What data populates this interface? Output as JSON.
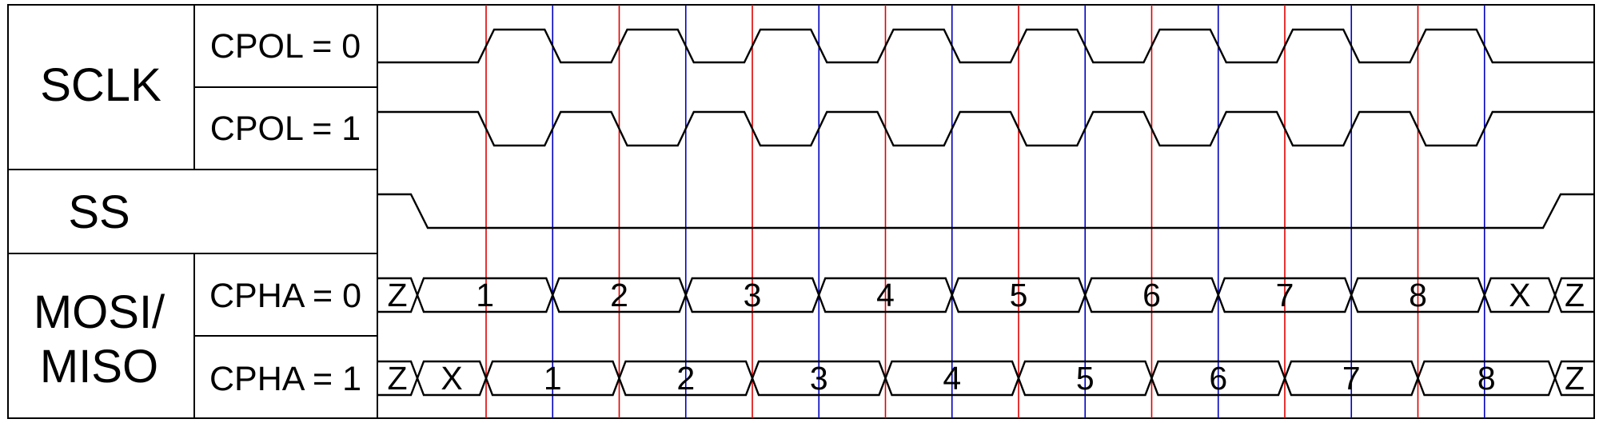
{
  "labels": {
    "sclk": "SCLK",
    "cpol0": "CPOL = 0",
    "cpol1": "CPOL = 1",
    "ss": "SS",
    "mosi_miso_line1": "MOSI/",
    "mosi_miso_line2": "MISO",
    "cpha0": "CPHA = 0",
    "cpha1": "CPHA = 1"
  },
  "colors": {
    "leading_edge_markers": "#e00000",
    "trailing_edge_markers": "#0000c0",
    "signal": "#000000"
  },
  "clock": {
    "pulses": 8
  },
  "bus_cpha0": [
    "Z",
    "1",
    "2",
    "3",
    "4",
    "5",
    "6",
    "7",
    "8",
    "X",
    "Z"
  ],
  "bus_cpha1": [
    "Z",
    "X",
    "1",
    "2",
    "3",
    "4",
    "5",
    "6",
    "7",
    "8",
    "Z"
  ]
}
